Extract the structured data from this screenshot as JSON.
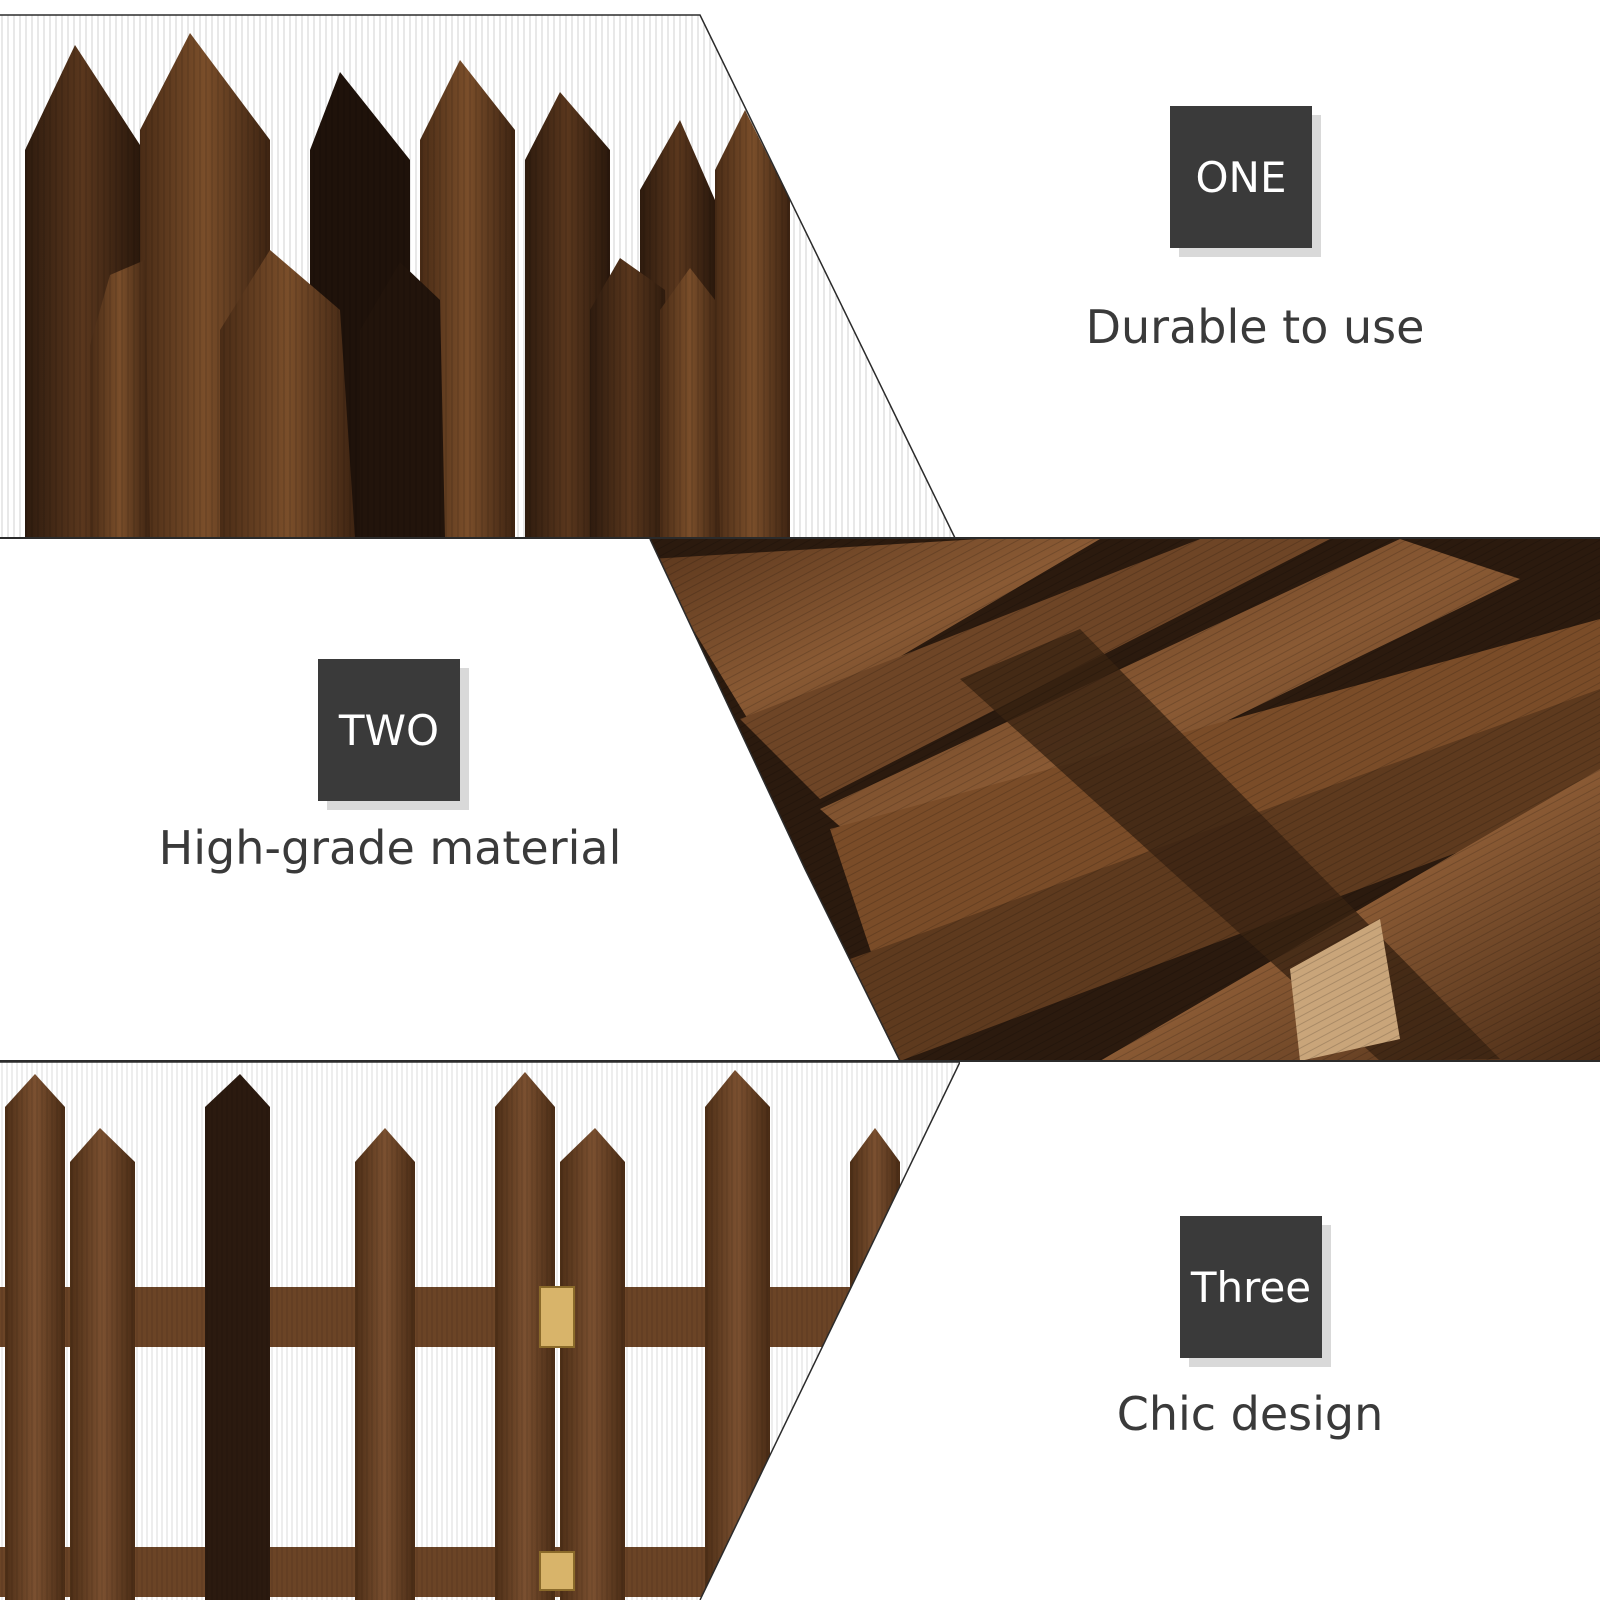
{
  "features": [
    {
      "number": "ONE",
      "caption": "Durable to use",
      "image_subject": "close-up of charred wooden picket tops"
    },
    {
      "number": "TWO",
      "caption": "High-grade material",
      "image_subject": "folded wooden fence panels with hinges"
    },
    {
      "number": "Three",
      "caption": "Chic design",
      "image_subject": "wooden picket fence with brass hinges"
    }
  ],
  "colors": {
    "badge_background": "#3a3a3a",
    "badge_shadow": "#d9d9d9",
    "badge_text": "#ffffff",
    "caption_text": "#3a3a3a",
    "wood_dark": "#3a2414",
    "wood_mid": "#6b4426",
    "wood_light": "#8a5a34"
  }
}
